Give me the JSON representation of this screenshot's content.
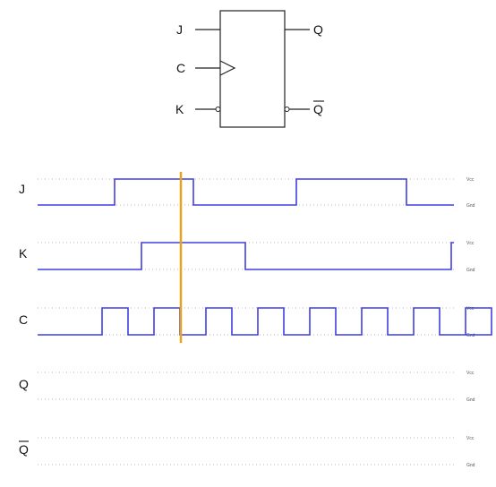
{
  "flipflop": {
    "inputs": {
      "j": "J",
      "c": "C",
      "k": "K"
    },
    "outputs": {
      "q": "Q",
      "q_bar": "Q"
    }
  },
  "rail_labels": {
    "high": "Vcc",
    "low": "Gnd"
  },
  "signals": [
    {
      "name": "J",
      "overline": false,
      "segments": [
        [
          0,
          0
        ],
        [
          86,
          1
        ],
        [
          174,
          0
        ],
        [
          289,
          1
        ],
        [
          412,
          0
        ]
      ]
    },
    {
      "name": "K",
      "overline": false,
      "segments": [
        [
          0,
          0
        ],
        [
          116,
          1
        ],
        [
          232,
          0
        ],
        [
          462,
          1
        ]
      ]
    },
    {
      "name": "C",
      "overline": false,
      "segments": [
        [
          0,
          0
        ],
        [
          72,
          1
        ],
        [
          101,
          0
        ],
        [
          130,
          1
        ],
        [
          159,
          0
        ],
        [
          188,
          1
        ],
        [
          217,
          0
        ],
        [
          246,
          1
        ],
        [
          275,
          0
        ],
        [
          304,
          1
        ],
        [
          333,
          0
        ],
        [
          362,
          1
        ],
        [
          391,
          0
        ],
        [
          420,
          1
        ],
        [
          449,
          0
        ],
        [
          478,
          1
        ],
        [
          507,
          0
        ]
      ]
    },
    {
      "name": "Q",
      "overline": false,
      "segments": []
    },
    {
      "name": "Q",
      "overline": true,
      "segments": []
    }
  ],
  "colors": {
    "signal": "#3f3fe0",
    "marker": "#e8a21c",
    "dots": "#b8b8b8",
    "outline": "#222222"
  }
}
